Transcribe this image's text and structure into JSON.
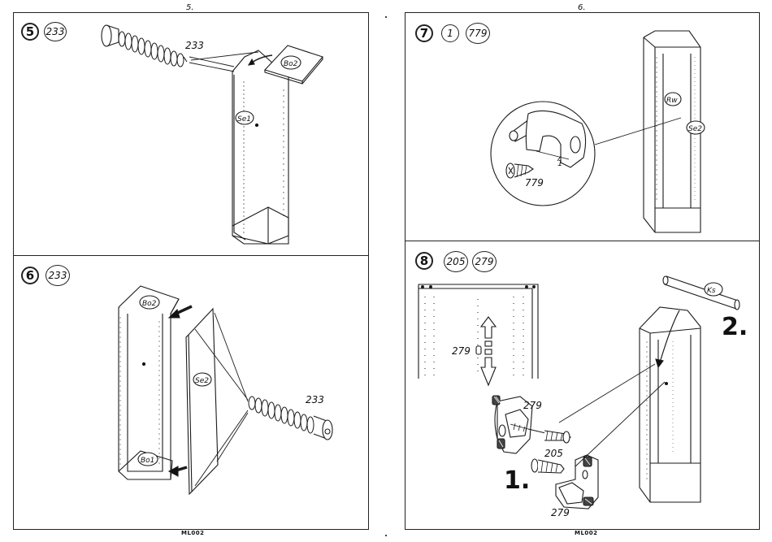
{
  "pages": [
    {
      "number": "5."
    },
    {
      "number": "6."
    }
  ],
  "footer": {
    "left": "ML002",
    "right": "ML002"
  },
  "steps": [
    {
      "number": "5",
      "parts": [
        "233"
      ],
      "labels": {
        "dowel": "233",
        "top": "Bo2",
        "side": "Se1"
      }
    },
    {
      "number": "6",
      "parts": [
        "233"
      ],
      "labels": {
        "top": "Bo2",
        "bottom": "Bo1",
        "side": "Se2",
        "dowel": "233"
      }
    },
    {
      "number": "7",
      "parts": [
        "1",
        "779"
      ],
      "labels": {
        "back": "Rw",
        "side": "Se2",
        "bracket": "1",
        "screw": "779"
      }
    },
    {
      "number": "8",
      "parts": [
        "205",
        "279"
      ],
      "labels": {
        "rail": "Ks",
        "peg": "279",
        "bracket_a": "279",
        "screw": "205",
        "bracket_b": "279",
        "sub1": "1.",
        "sub2": "2."
      }
    }
  ]
}
